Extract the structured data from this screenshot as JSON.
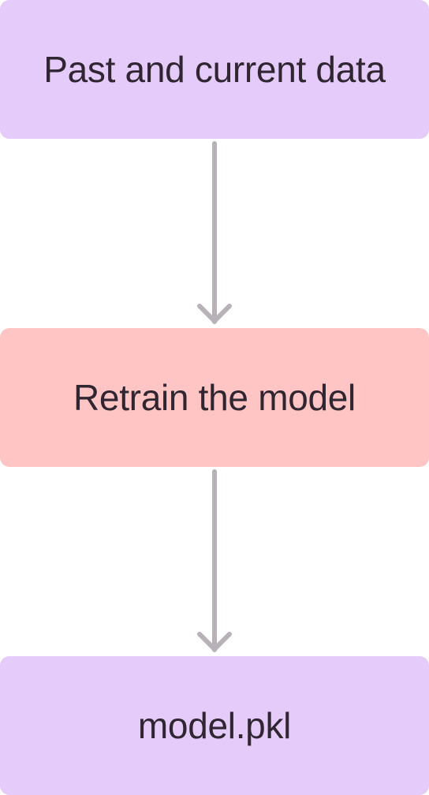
{
  "diagram": {
    "nodes": [
      {
        "id": "data",
        "label": "Past and current data",
        "color": "#e5cbfa"
      },
      {
        "id": "retrain",
        "label": "Retrain the model",
        "color": "#ffc5c4"
      },
      {
        "id": "output",
        "label": "model.pkl",
        "color": "#e5cbfa"
      }
    ],
    "edges": [
      {
        "from": "data",
        "to": "retrain"
      },
      {
        "from": "retrain",
        "to": "output"
      }
    ],
    "edge_color": "#b8b2b8",
    "text_color": "#2f2631"
  }
}
